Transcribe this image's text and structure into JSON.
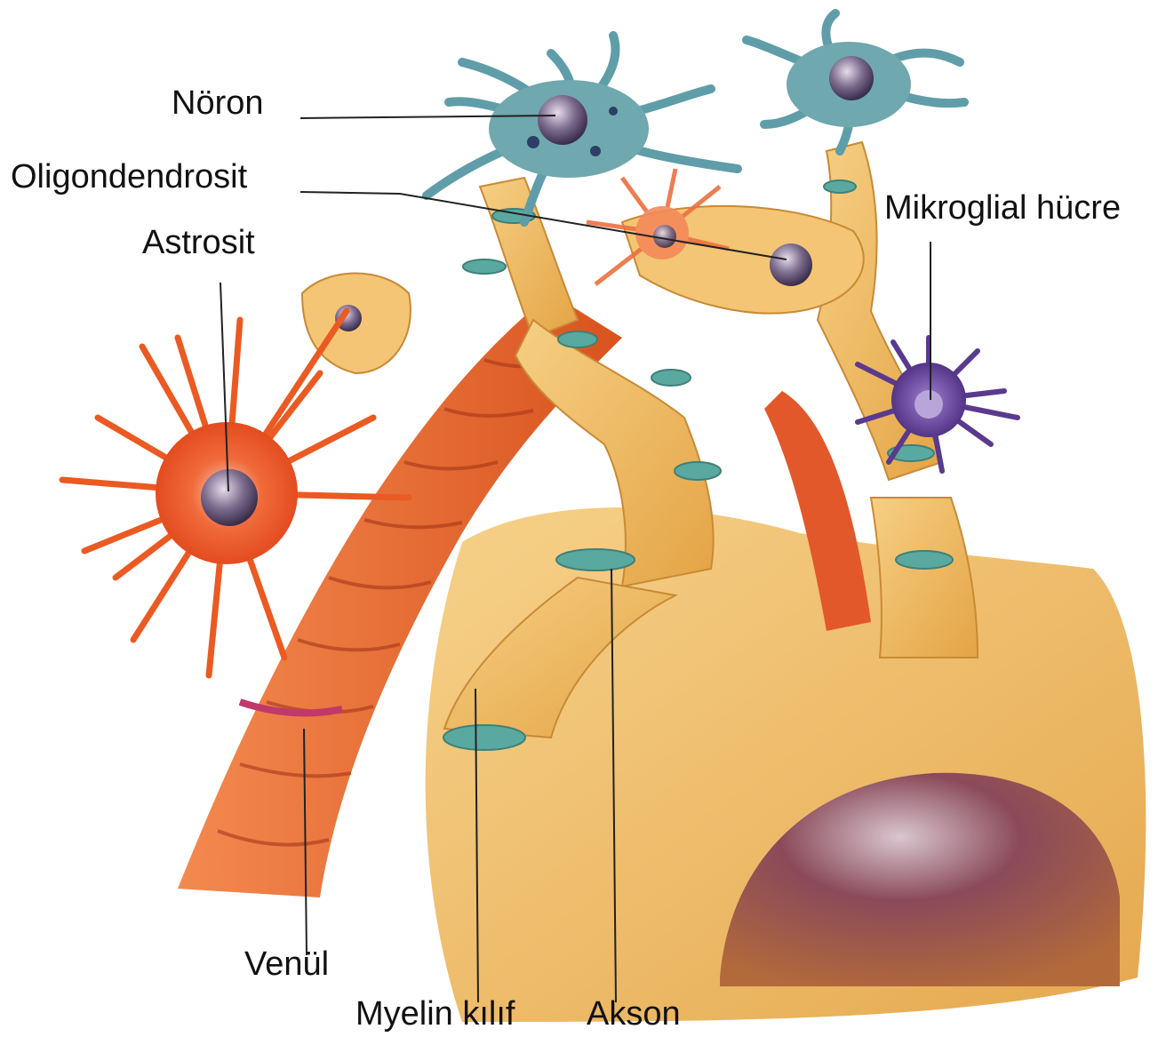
{
  "labels": {
    "noron": "Nöron",
    "oligodendrosit": "Oligondendrosit",
    "astrosit": "Astrosit",
    "mikroglial": "Mikroglial hücre",
    "venul": "Venül",
    "myelin": "Myelin kılıf",
    "akson": "Akson"
  },
  "colors": {
    "neuron": "#5f9ea8",
    "astrocyte": "#ea5a22",
    "oligodendrocyte": "#f0b85c",
    "microglia": "#5a3a8e",
    "venule": "#e76f3c",
    "node": "#5aa9a0"
  }
}
